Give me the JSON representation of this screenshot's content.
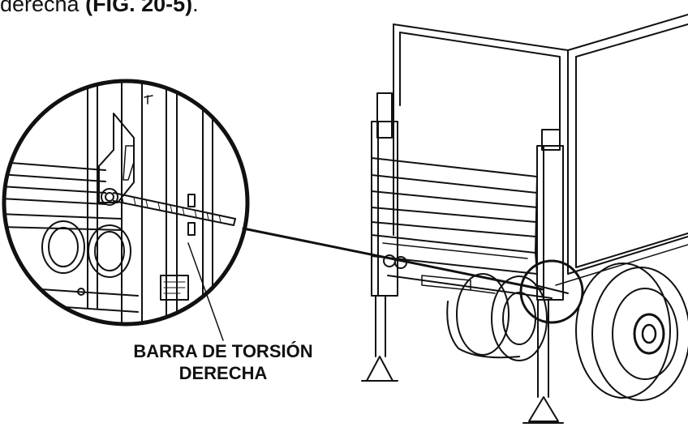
{
  "caption": {
    "text": "derecha ",
    "figure_ref": "(FIG. 20-5)",
    "end": "."
  },
  "callout": {
    "line1": "BARRA DE TORSIÓN",
    "line2": "DERECHA"
  },
  "colors": {
    "ink": "#111111",
    "paper": "#ffffff"
  }
}
